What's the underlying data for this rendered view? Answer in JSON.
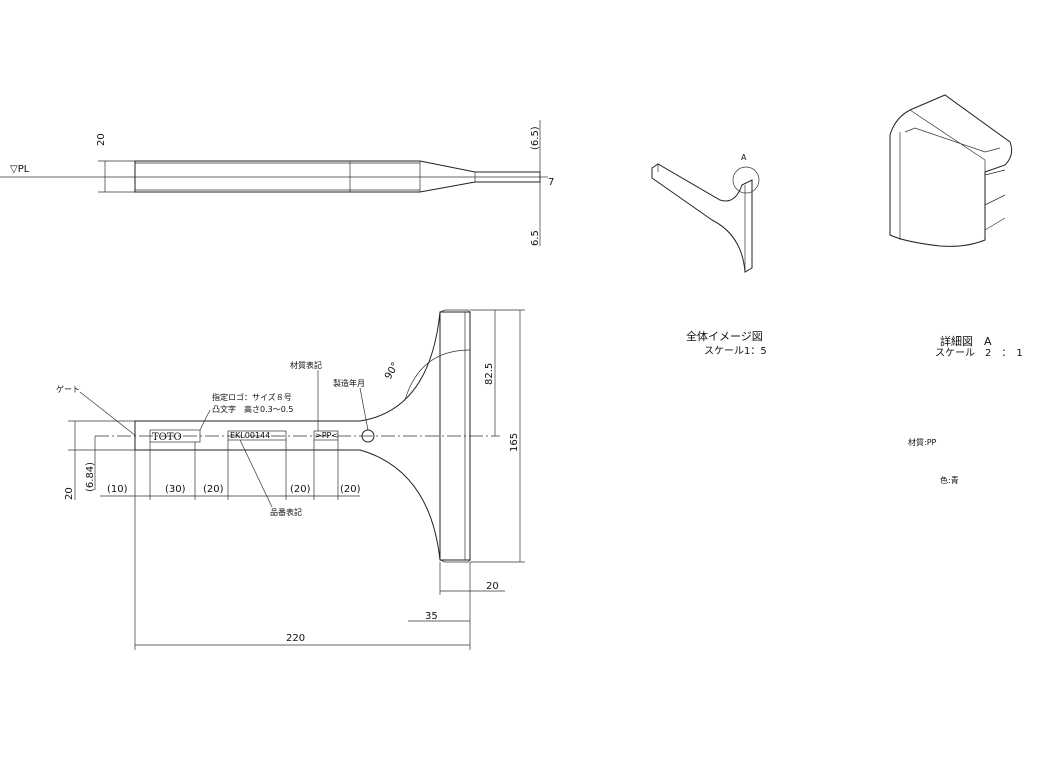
{
  "side_view": {
    "pl_label": "▽PL",
    "dim_height": "20",
    "dim_tip_top": "(6.5)",
    "dim_tip_mid": "7",
    "dim_tip_bottom": "6.5"
  },
  "front_view": {
    "gate_label": "ゲート",
    "logo_label_line1": "指定ロゴ：サイズ８号",
    "logo_label_line2": "凸文字　高さ0.3～0.5",
    "logo_text": "TOTO",
    "part_number": "EKL00144",
    "material_mark": ">PP<",
    "material_label": "材質表記",
    "date_label": "製造年月",
    "part_label": "品番表記",
    "angle": "90°",
    "dim_82_5": "82.5",
    "dim_165": "165",
    "dim_20_right": "20",
    "dim_35": "35",
    "dim_220": "220",
    "dim_20_left": "20",
    "dim_6_84": "(6.84)",
    "chain_dims": [
      "(10)",
      "(30)",
      "(20)",
      "(20)",
      "(20)"
    ]
  },
  "overall_view": {
    "title": "全体イメージ図",
    "scale": "スケール1：5",
    "detail_marker": "A"
  },
  "detail_view": {
    "title": "詳細図　A",
    "scale": "スケール　2　：　1"
  },
  "notes": {
    "material": "材質:PP",
    "color": "色:青"
  }
}
